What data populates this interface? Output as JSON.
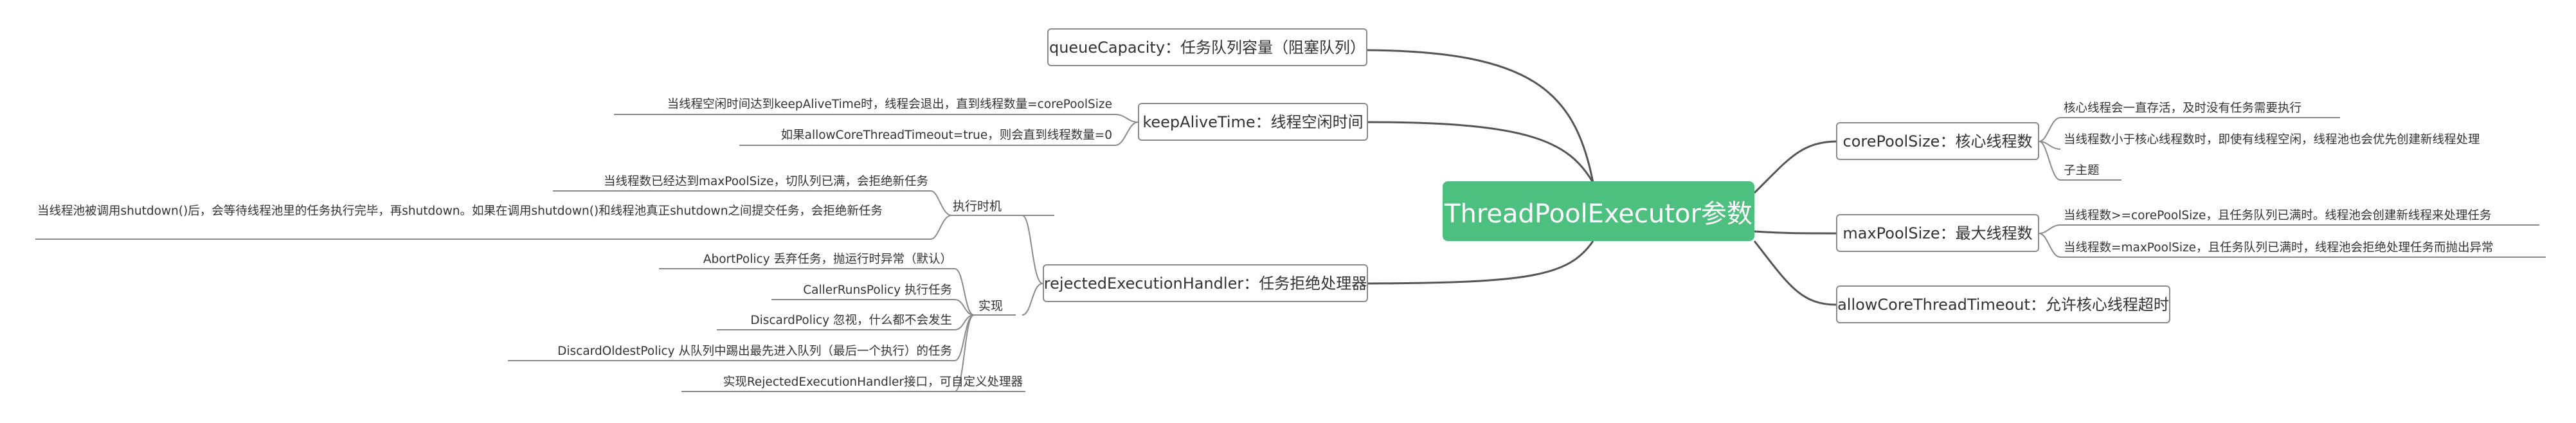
{
  "root": {
    "label": "ThreadPoolExecutor参数"
  },
  "colors": {
    "root_fill": "#4dbf7f",
    "connector": "#555555",
    "node_border": "#8a8a8a",
    "underline": "#9a9a9a"
  },
  "left_branches": {
    "queue_capacity": {
      "label": "queueCapacity：任务队列容量（阻塞队列）"
    },
    "keep_alive": {
      "label": "keepAliveTime：线程空闲时间",
      "children": [
        "当线程空闲时间达到keepAliveTime时，线程会退出，直到线程数量=corePoolSize",
        "如果allowCoreThreadTimeout=true，则会直到线程数量=0"
      ]
    },
    "rejected_handler": {
      "label": "rejectedExecutionHandler：任务拒绝处理器",
      "groups": [
        {
          "label": "执行时机",
          "children": [
            "当线程数已经达到maxPoolSize，切队列已满，会拒绝新任务",
            "当线程池被调用shutdown()后，会等待线程池里的任务执行完毕，再shutdown。如果在调用shutdown()和线程池真正shutdown之间提交任务，会拒绝新任务"
          ]
        },
        {
          "label": "实现",
          "children": [
            "AbortPolicy 丢弃任务，抛运行时异常（默认）",
            "CallerRunsPolicy 执行任务",
            "DiscardPolicy 忽视，什么都不会发生",
            "DiscardOldestPolicy 从队列中踢出最先进入队列（最后一个执行）的任务",
            "实现RejectedExecutionHandler接口，可自定义处理器"
          ]
        }
      ]
    }
  },
  "right_branches": {
    "core_pool_size": {
      "label": "corePoolSize：核心线程数",
      "children": [
        "核心线程会一直存活，及时没有任务需要执行",
        "当线程数小于核心线程数时，即使有线程空闲，线程池也会优先创建新线程处理",
        "子主题"
      ]
    },
    "max_pool_size": {
      "label": "maxPoolSize：最大线程数",
      "children": [
        "当线程数>=corePoolSize，且任务队列已满时。线程池会创建新线程来处理任务",
        "当线程数=maxPoolSize，且任务队列已满时，线程池会拒绝处理任务而抛出异常"
      ]
    },
    "allow_core_timeout": {
      "label": "allowCoreThreadTimeout：允许核心线程超时"
    }
  }
}
